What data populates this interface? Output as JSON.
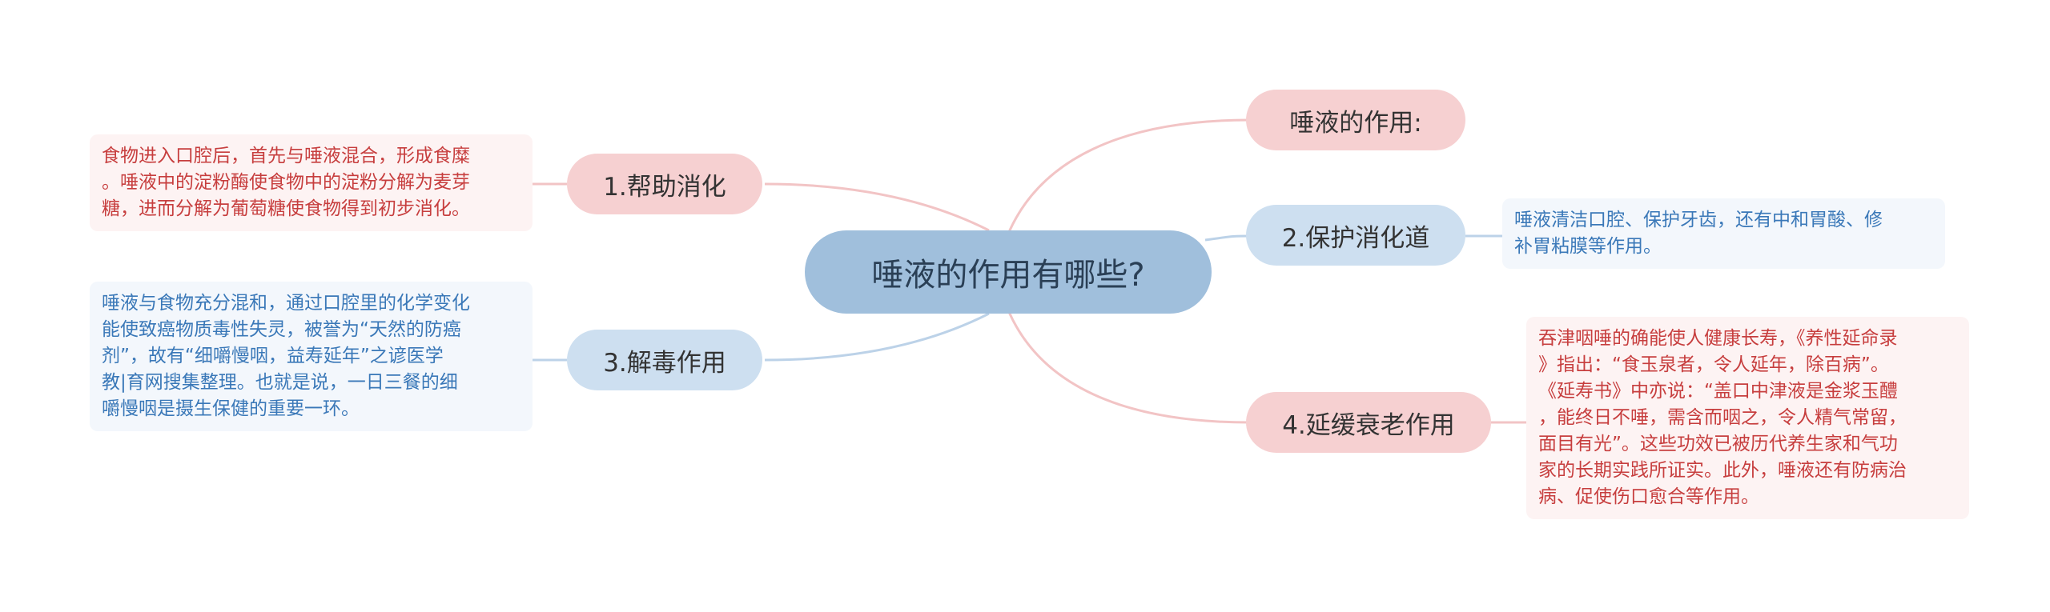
{
  "center": {
    "title": "唾液的作用有哪些?"
  },
  "branches": {
    "b0": {
      "label": "唾液的作用:"
    },
    "b1": {
      "label": "1.帮助消化",
      "note": [
        "食物进入口腔后，首先与唾液混合，形成食糜",
        "。唾液中的淀粉酶使食物中的淀粉分解为麦芽",
        "糖，进而分解为葡萄糖使食物得到初步消化。"
      ]
    },
    "b2": {
      "label": "2.保护消化道",
      "note": [
        "唾液清洁口腔、保护牙齿，还有中和胃酸、修",
        "补胃粘膜等作用。"
      ]
    },
    "b3": {
      "label": "3.解毒作用",
      "note": [
        "唾液与食物充分混和，通过口腔里的化学变化",
        "能使致癌物质毒性失灵，被誉为“天然的防癌",
        "剂”，故有“细嚼慢咽，益寿延年”之谚医学",
        "教|育网搜集整理。也就是说，一日三餐的细",
        "嚼慢咽是摄生保健的重要一环。"
      ]
    },
    "b4": {
      "label": "4.延缓衰老作用",
      "note": [
        "吞津咽唾的确能使人健康长寿，《养性延命录",
        "》指出：“食玉泉者，令人延年，除百病”。",
        "《延寿书》中亦说：“盖口中津液是金浆玉醴",
        "，能终日不唾，需含而咽之，令人精气常留，",
        "面目有光”。这些功效已被历代养生家和气功",
        "家的长期实践所证实。此外，唾液还有防病治",
        "病、促使伤口愈合等作用。"
      ]
    }
  },
  "colors": {
    "pink_line": "#f2c4c5",
    "blue_line": "#bcd2e8",
    "center_fill": "#a0bfdc"
  }
}
